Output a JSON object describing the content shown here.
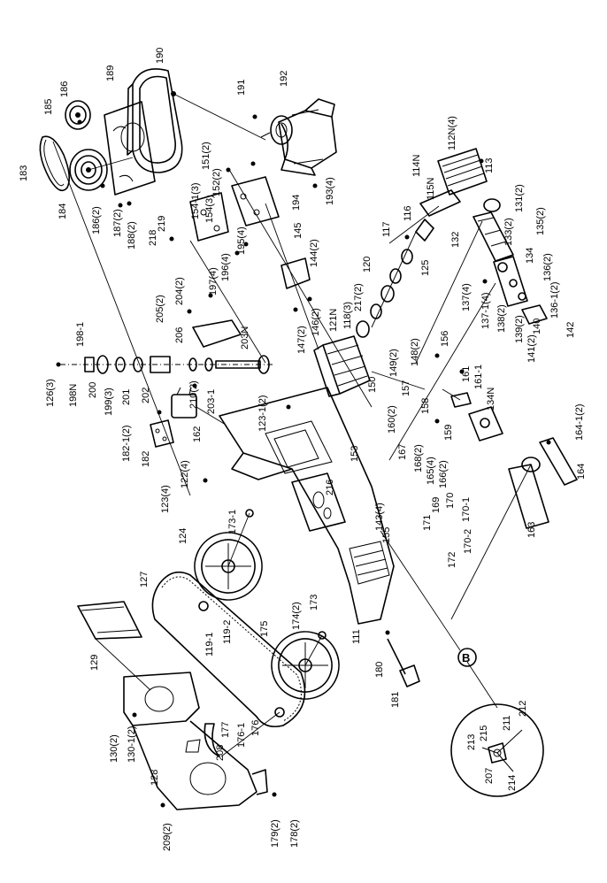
{
  "callouts": [
    {
      "key": "c190",
      "text": "190"
    },
    {
      "key": "c189",
      "text": "189"
    },
    {
      "key": "c186a",
      "text": "186"
    },
    {
      "key": "c185",
      "text": "185"
    },
    {
      "key": "c183",
      "text": "183"
    },
    {
      "key": "c184",
      "text": "184"
    },
    {
      "key": "c186b",
      "text": "186(2)"
    },
    {
      "key": "c187",
      "text": "187(2)"
    },
    {
      "key": "c188",
      "text": "188(2)"
    },
    {
      "key": "c218",
      "text": "218"
    },
    {
      "key": "c219",
      "text": "219"
    },
    {
      "key": "c191",
      "text": "191"
    },
    {
      "key": "c192",
      "text": "192"
    },
    {
      "key": "c193",
      "text": "193(4)"
    },
    {
      "key": "c194",
      "text": "194"
    },
    {
      "key": "c151",
      "text": "151(2)"
    },
    {
      "key": "c152",
      "text": "152(2)"
    },
    {
      "key": "c154a",
      "text": "154-1(3)"
    },
    {
      "key": "c154b",
      "text": "154(3)"
    },
    {
      "key": "c195",
      "text": "195(4)"
    },
    {
      "key": "c196",
      "text": "196(4)"
    },
    {
      "key": "c197",
      "text": "197(4)"
    },
    {
      "key": "c204",
      "text": "204(2)"
    },
    {
      "key": "c205",
      "text": "205(2)"
    },
    {
      "key": "c206",
      "text": "206"
    },
    {
      "key": "c203n",
      "text": "203N"
    },
    {
      "key": "c198_1",
      "text": "198-1"
    },
    {
      "key": "c126",
      "text": "126(3)"
    },
    {
      "key": "c198n",
      "text": "198N"
    },
    {
      "key": "c200",
      "text": "200"
    },
    {
      "key": "c199",
      "text": "199(3)"
    },
    {
      "key": "c201",
      "text": "201"
    },
    {
      "key": "c202",
      "text": "202"
    },
    {
      "key": "c210",
      "text": "210(2)"
    },
    {
      "key": "c203_1",
      "text": "203-1"
    },
    {
      "key": "c162",
      "text": "162"
    },
    {
      "key": "c182_1",
      "text": "182-1(2)"
    },
    {
      "key": "c182",
      "text": "182"
    },
    {
      "key": "c122",
      "text": "122(4)"
    },
    {
      "key": "c123",
      "text": "123(4)"
    },
    {
      "key": "c123_1",
      "text": "123-1(2)"
    },
    {
      "key": "c145",
      "text": "145"
    },
    {
      "key": "c144",
      "text": "144(2)"
    },
    {
      "key": "c147",
      "text": "147(2)"
    },
    {
      "key": "c146",
      "text": "146(2)"
    },
    {
      "key": "c121n",
      "text": "121N"
    },
    {
      "key": "c118",
      "text": "118(3)"
    },
    {
      "key": "c217",
      "text": "217(2)"
    },
    {
      "key": "c120",
      "text": "120"
    },
    {
      "key": "c117",
      "text": "117"
    },
    {
      "key": "c116",
      "text": "116"
    },
    {
      "key": "c115n",
      "text": "115N"
    },
    {
      "key": "c114n",
      "text": "114N"
    },
    {
      "key": "c112n",
      "text": "112N(4)"
    },
    {
      "key": "c113",
      "text": "113"
    },
    {
      "key": "c125",
      "text": "125"
    },
    {
      "key": "c131",
      "text": "131(2)"
    },
    {
      "key": "c132",
      "text": "132"
    },
    {
      "key": "c133",
      "text": "133(2)"
    },
    {
      "key": "c135",
      "text": "135(2)"
    },
    {
      "key": "c134",
      "text": "134"
    },
    {
      "key": "c136",
      "text": "136(2)"
    },
    {
      "key": "c136_1",
      "text": "136-1(2)"
    },
    {
      "key": "c137",
      "text": "137(4)"
    },
    {
      "key": "c137_1",
      "text": "137-1(4)"
    },
    {
      "key": "c138",
      "text": "138(2)"
    },
    {
      "key": "c139",
      "text": "139(2)"
    },
    {
      "key": "c140",
      "text": "140"
    },
    {
      "key": "c141",
      "text": "141(2)"
    },
    {
      "key": "c142",
      "text": "142"
    },
    {
      "key": "c149",
      "text": "149(2)"
    },
    {
      "key": "c148",
      "text": "148(2)"
    },
    {
      "key": "c156",
      "text": "156"
    },
    {
      "key": "c161",
      "text": "161"
    },
    {
      "key": "c161_1",
      "text": "161-1"
    },
    {
      "key": "c134n",
      "text": "134N"
    },
    {
      "key": "c150",
      "text": "150"
    },
    {
      "key": "c157",
      "text": "157"
    },
    {
      "key": "c158",
      "text": "158"
    },
    {
      "key": "c159",
      "text": "159"
    },
    {
      "key": "c160",
      "text": "160(2)"
    },
    {
      "key": "c153",
      "text": "153"
    },
    {
      "key": "c167",
      "text": "167"
    },
    {
      "key": "c168",
      "text": "168(2)"
    },
    {
      "key": "c165",
      "text": "165(4)"
    },
    {
      "key": "c166",
      "text": "166(2)"
    },
    {
      "key": "c216",
      "text": "216"
    },
    {
      "key": "c143",
      "text": "143(4)"
    },
    {
      "key": "c169",
      "text": "169"
    },
    {
      "key": "c170",
      "text": "170"
    },
    {
      "key": "c170_1",
      "text": "170-1"
    },
    {
      "key": "c171",
      "text": "171"
    },
    {
      "key": "c170_2",
      "text": "170-2"
    },
    {
      "key": "c172",
      "text": "172"
    },
    {
      "key": "c164_1",
      "text": "164-1(2)"
    },
    {
      "key": "c164",
      "text": "164"
    },
    {
      "key": "c163",
      "text": "163"
    },
    {
      "key": "c155",
      "text": "155"
    },
    {
      "key": "c173_1",
      "text": "173-1"
    },
    {
      "key": "c124",
      "text": "124"
    },
    {
      "key": "c127",
      "text": "127"
    },
    {
      "key": "c129",
      "text": "129"
    },
    {
      "key": "c119_1",
      "text": "119-1"
    },
    {
      "key": "c119_2",
      "text": "119-2"
    },
    {
      "key": "c175",
      "text": "175"
    },
    {
      "key": "c174",
      "text": "174(2)"
    },
    {
      "key": "c173",
      "text": "173"
    },
    {
      "key": "c111",
      "text": "111"
    },
    {
      "key": "c180",
      "text": "180"
    },
    {
      "key": "c181",
      "text": "181"
    },
    {
      "key": "c130",
      "text": "130(2)"
    },
    {
      "key": "c130_1",
      "text": "130-1(2)"
    },
    {
      "key": "c128",
      "text": "128"
    },
    {
      "key": "c177",
      "text": "177"
    },
    {
      "key": "c176_1",
      "text": "176-1"
    },
    {
      "key": "c176",
      "text": "176"
    },
    {
      "key": "c208",
      "text": "208"
    },
    {
      "key": "c209",
      "text": "209(2)"
    },
    {
      "key": "c179",
      "text": "179(2)"
    },
    {
      "key": "c178",
      "text": "178(2)"
    },
    {
      "key": "c213",
      "text": "213"
    },
    {
      "key": "c215",
      "text": "215"
    },
    {
      "key": "c211",
      "text": "211"
    },
    {
      "key": "c212",
      "text": "212"
    },
    {
      "key": "c207",
      "text": "207"
    },
    {
      "key": "c214",
      "text": "214"
    }
  ],
  "detail_marker": "B"
}
